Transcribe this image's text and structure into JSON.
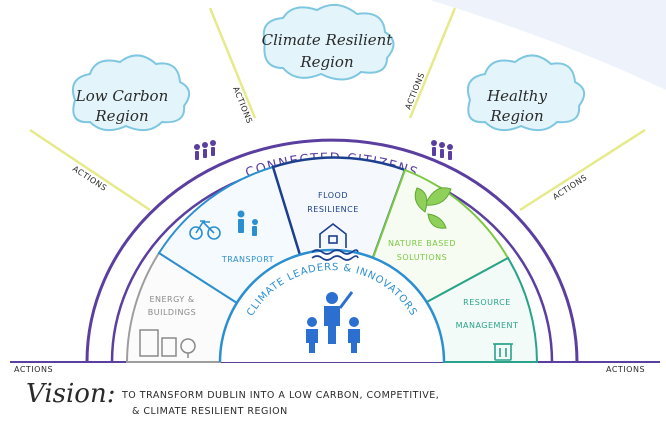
{
  "regions": {
    "low_carbon": [
      "Low Carbon",
      "Region"
    ],
    "climate_resilient": [
      "Climate Resilient",
      "Region"
    ],
    "healthy": [
      "Healthy",
      "Region"
    ]
  },
  "actions_label": "ACTIONS",
  "outer_ring_label": "CONNECTED CITIZENS",
  "inner_ring_label": "CLIMATE LEADERS & INNOVATORS",
  "sectors": {
    "energy": [
      "ENERGY &",
      "BUILDINGS"
    ],
    "transport": [
      "TRANSPORT"
    ],
    "flood": [
      "FLOOD",
      "RESILIENCE"
    ],
    "nature": [
      "NATURE BASED",
      "SOLUTIONS"
    ],
    "resource": [
      "RESOURCE",
      "MANAGEMENT"
    ]
  },
  "vision": {
    "label": "Vision:",
    "line1": "TO TRANSFORM DUBLIN INTO A LOW CARBON, COMPETITIVE,",
    "line2": "& CLIMATE RESILIENT REGION"
  },
  "colors": {
    "purple": "#5b3fa0",
    "blue": "#2b8fd0",
    "navy": "#1c3f8f",
    "green": "#7cc843",
    "teal": "#2aa38a",
    "grey": "#9e9e9e",
    "cloud": "#9fd6e8",
    "ray": "#e6ea8a"
  }
}
